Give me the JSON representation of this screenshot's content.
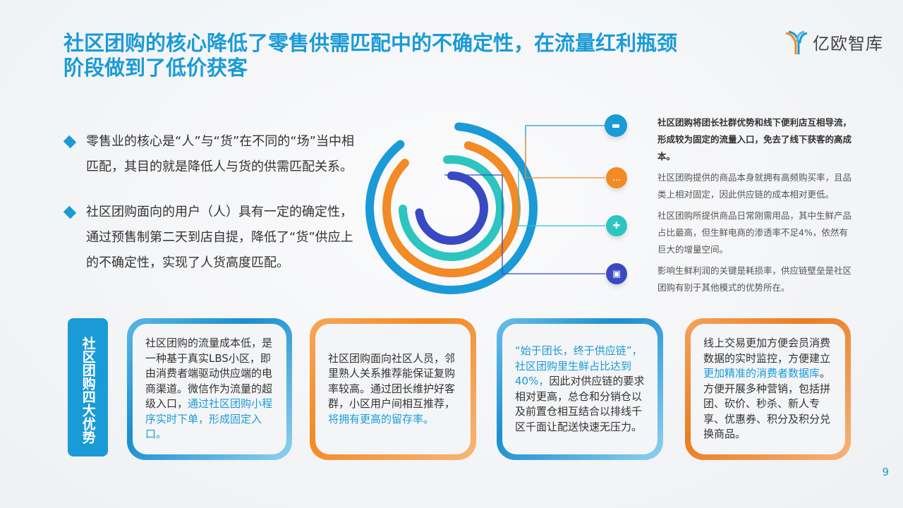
{
  "title": "社区团购的核心降低了零售供需匹配中的不确定性，在流量红利瓶颈阶段做到了低价获客",
  "logo": {
    "text": "亿欧智库"
  },
  "bullets": [
    "零售业的核心是“人”与“货”在不同的“场”当中相匹配，其目的就是降低人与货的供需匹配关系。",
    "社区团购面向的用户（人）具有一定的确定性，通过预售制第二天到店自提，降低了“货”供应上的不确定性，实现了人货高度匹配。"
  ],
  "icons": [
    {
      "name": "sofa-icon",
      "color": "#1a9bd7"
    },
    {
      "name": "chat-icon",
      "color": "#f28a25"
    },
    {
      "name": "medical-cross-icon",
      "color": "#2cc5c0"
    },
    {
      "name": "briefcase-icon",
      "color": "#3949c4"
    }
  ],
  "notes": [
    "社区团购将团长社群优势和线下便利店互相导流，形成较为固定的流量入口，免去了线下获客的高成本。",
    "社区团购提供的商品本身就拥有高频购买率，且品类上相对固定，因此供应链的成本相对更低。",
    "社区团购所提供商品日常刚需用品，其中生鲜产品占比最高，但生鲜电商的渗透率不足4%，依然有巨大的增量空间。",
    "影响生鲜利润的关键是耗损率，供应链壁垒是社区团购有别于其他模式的优势所在。"
  ],
  "side_label": "社区团购四大优势",
  "cards": [
    {
      "text": "社区团购的流量成本低，是一种基于真实LBS小区，即由消费者端驱动供应端的电商渠道。微信作为流量的超级入口，",
      "highlight": "通过社区团购小程序实时下单，形成固定入口。"
    },
    {
      "text": "社区团购面向社区人员，邻里熟人关系推荐能保证复购率较高。通过团长维护好客群，小区用户间相互推荐，",
      "highlight": "将拥有更高的留存率。"
    },
    {
      "highlight": "“始于团长，终于供应链”，社区团购里生鲜占比达到40%，",
      "text": "因此对供应链的要求相对更高，总仓和分销仓以及前置仓相互结合以排线千区千面让配送快速无压力。"
    },
    {
      "text": "线上交易更加方便会员消费数据的实时监控，方便建立",
      "highlight": "更加精准的消费者数据库",
      "text2": "。方便开展多种营销，包括拼团、砍价、秒杀、新人专享、优惠券、积分及积分兑换商品。"
    }
  ],
  "page_number": "9"
}
